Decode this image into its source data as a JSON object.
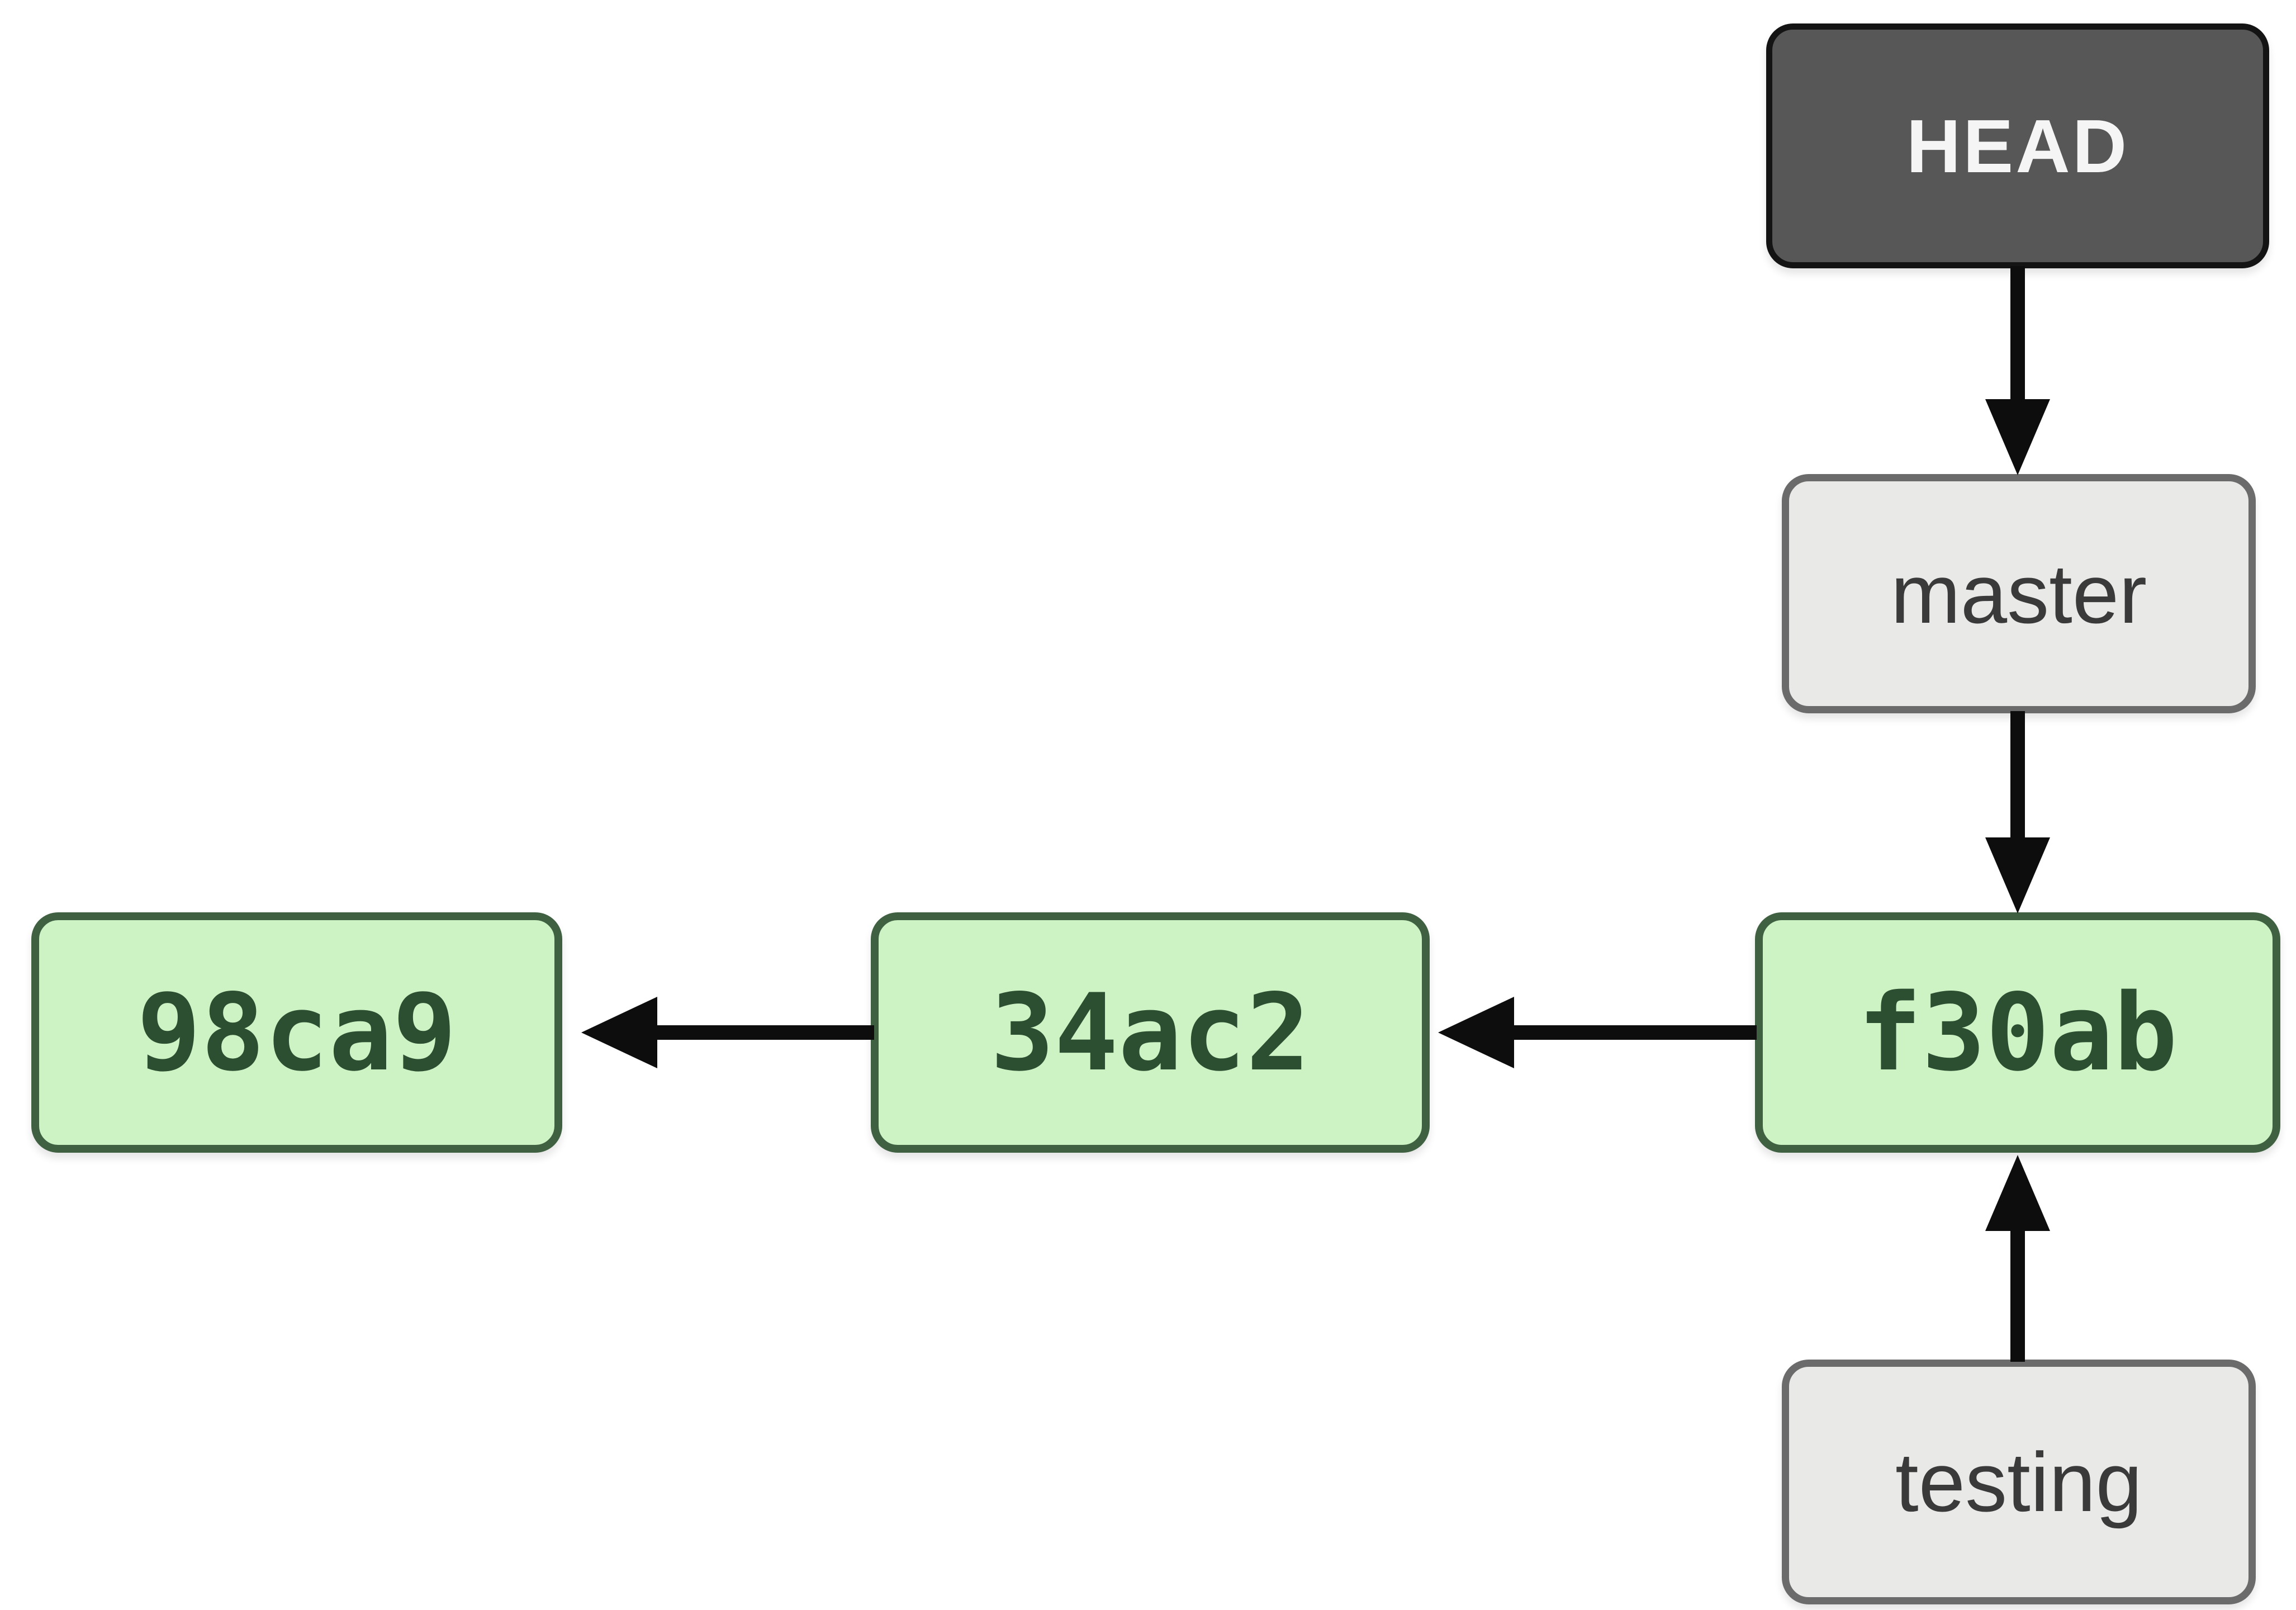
{
  "diagram": {
    "kind": "git-branch-pointer-diagram",
    "nodes": {
      "head": {
        "label": "HEAD",
        "type": "head-pointer"
      },
      "master": {
        "label": "master",
        "type": "branch"
      },
      "testing": {
        "label": "testing",
        "type": "branch"
      },
      "f30ab": {
        "label": "f30ab",
        "type": "commit"
      },
      "c34ac2": {
        "label": "34ac2",
        "type": "commit"
      },
      "c98ca9": {
        "label": "98ca9",
        "type": "commit"
      }
    },
    "edges": [
      {
        "from": "HEAD",
        "to": "master",
        "direction": "down"
      },
      {
        "from": "master",
        "to": "f30ab",
        "direction": "down"
      },
      {
        "from": "testing",
        "to": "f30ab",
        "direction": "up"
      },
      {
        "from": "f30ab",
        "to": "34ac2",
        "direction": "left"
      },
      {
        "from": "34ac2",
        "to": "98ca9",
        "direction": "left"
      }
    ],
    "colors": {
      "background": "#ffffff",
      "commit_fill": "#cdf2c4",
      "commit_border": "#3f6142",
      "commit_text": "#2d4f31",
      "branch_fill": "#e9eae8",
      "branch_border": "#6b6b6b",
      "branch_text": "#3a3a3a",
      "head_fill": "#575757",
      "head_border": "#141414",
      "head_text": "#f5f5f5",
      "arrow": "#0d0d0d"
    }
  }
}
